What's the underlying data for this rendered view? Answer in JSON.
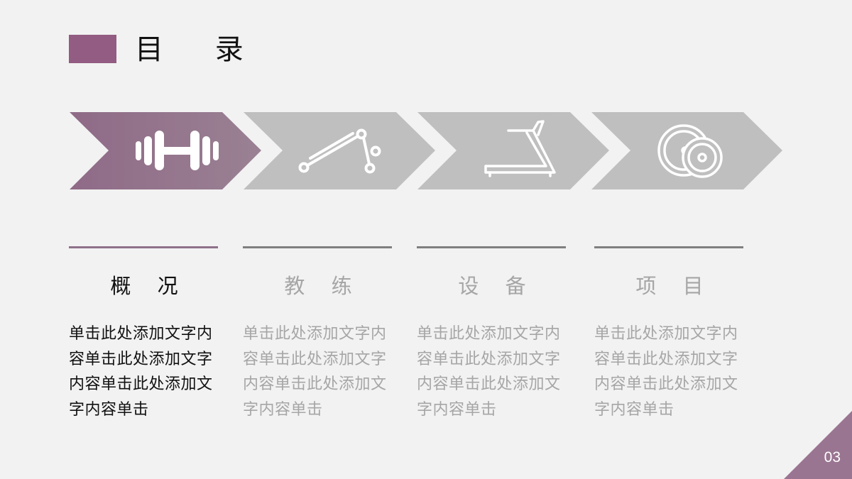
{
  "header": {
    "title": "目 录",
    "accent_color": "#935c82"
  },
  "steps": [
    {
      "icon": "dumbbell-icon",
      "heading": "概 况",
      "active": true,
      "body": "单击此处添加文字内容单击此处添加文字内容单击此处添加文字内容单击"
    },
    {
      "icon": "coach-exercise-icon",
      "heading": "教 练",
      "active": false,
      "body": "单击此处添加文字内容单击此处添加文字内容单击此处添加文字内容单击"
    },
    {
      "icon": "treadmill-icon",
      "heading": "设 备",
      "active": false,
      "body": "单击此处添加文字内容单击此处添加文字内容单击此处添加文字内容单击"
    },
    {
      "icon": "weight-plates-icon",
      "heading": "项 目",
      "active": false,
      "body": "单击此处添加文字内容单击此处添加文字内容单击此处添加文字内容单击"
    }
  ],
  "colors": {
    "active_arrow": "#957a8d",
    "inactive_arrow": "#bfbfbf",
    "active_rule": "#8e7189",
    "inactive_rule": "#7f7f7f",
    "background": "#f2f2f2"
  },
  "footer": {
    "page_number": "03",
    "corner_color": "#9a7592"
  }
}
